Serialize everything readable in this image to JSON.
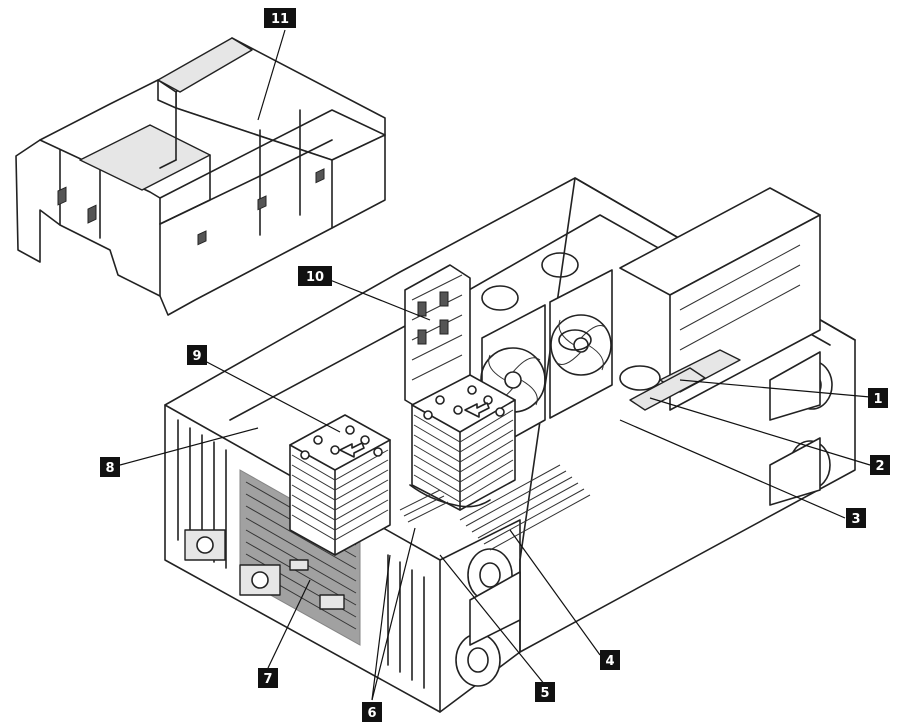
{
  "colors": {
    "line": "#222222",
    "background": "#ffffff",
    "callout_bg": "#111111",
    "callout_fg": "#ffffff"
  },
  "callouts": [
    {
      "id": "1",
      "label": "1"
    },
    {
      "id": "2",
      "label": "2"
    },
    {
      "id": "3",
      "label": "3"
    },
    {
      "id": "4",
      "label": "4"
    },
    {
      "id": "5",
      "label": "5"
    },
    {
      "id": "6",
      "label": "6"
    },
    {
      "id": "7",
      "label": "7"
    },
    {
      "id": "8",
      "label": "8"
    },
    {
      "id": "9",
      "label": "9"
    },
    {
      "id": "10",
      "label": "10"
    },
    {
      "id": "11",
      "label": "11"
    }
  ]
}
